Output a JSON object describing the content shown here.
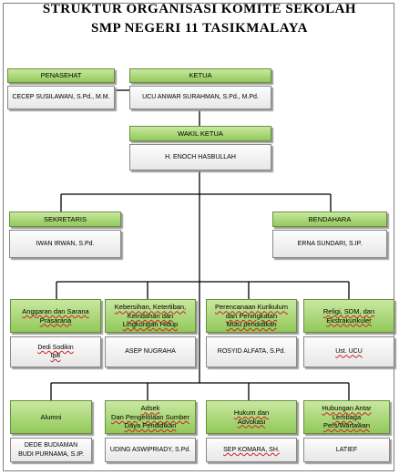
{
  "title": {
    "line1": "STRUKTUR ORGANISASI KOMITE SEKOLAH",
    "line2": "SMP NEGERI 11 TASIKMALAYA"
  },
  "colors": {
    "header_fill": "#a9d676",
    "body_fill": "#f0f0f0",
    "line": "#000000"
  },
  "nodes": {
    "penasehat": {
      "role": "PENASEHAT",
      "name": "CECEP SUSILAWAN, S.Pd., M.M."
    },
    "ketua": {
      "role": "KETUA",
      "name": "UCU ANWAR SURAHMAN, S.Pd., M.Pd."
    },
    "wakil_ketua": {
      "role": "WAKIL KETUA",
      "name": "H. ENOCH HASBULLAH"
    },
    "sekretaris": {
      "role": "SEKRETARIS",
      "name": "IWAN IRWAN, S.Pd."
    },
    "bendahara": {
      "role": "BENDAHARA",
      "name": "ERNA SUNDARI, S.IP."
    },
    "anggaran": {
      "role": "Anggaran dan Sarana\nPrasarana",
      "name": "Dedi Sodikin\nIpik"
    },
    "kebersihan": {
      "role": "Kebersihan, Ketertiban,\nKeindahan dan\nLingkungan Hidup",
      "name": "ASEP NUGRAHA"
    },
    "kurikulum": {
      "role": "Perencanaan Kurikulum\ndan Peningkatan\nMutu pendidikan",
      "name": "ROSYID ALFATA, S.Pd."
    },
    "religi": {
      "role": "Religi, SDM, dan\nEkstrakurikuler",
      "name": "Ust. UCU"
    },
    "alumni": {
      "role": "Alumni",
      "name": "DEDE BUDIAMAN\nBUDI PURNAMA, S.IP."
    },
    "adsek": {
      "role": "Adsek\nDan Pengelolaan Sumber\nDaya Pendidikan",
      "name": "UDING ASWIPRIADY, S.Pd."
    },
    "hukum": {
      "role": "Hukum dan\nAdvokasi",
      "name": "SEP KOMARA, SH."
    },
    "hubungan": {
      "role": "Hubungan Antar\nLembaga\nPers/Wartawan",
      "name": "LATIEF"
    }
  }
}
